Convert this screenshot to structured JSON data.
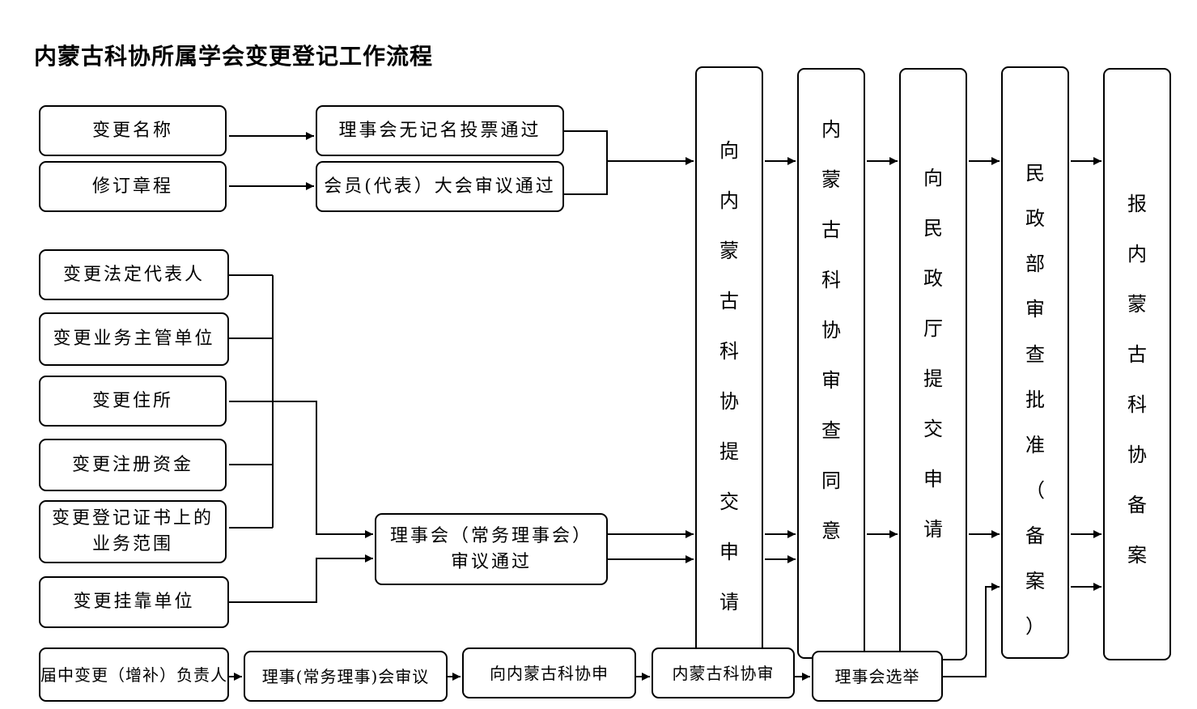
{
  "title": "内蒙古科协所属学会变更登记工作流程",
  "left_items": {
    "change_name": "变更名称",
    "revise_charter": "修订章程",
    "change_legal_rep": "变更法定代表人",
    "change_supervisor": "变更业务主管单位",
    "change_address": "变更住所",
    "change_capital": "变更注册资金",
    "change_scope_line1": "变更登记证书上的",
    "change_scope_line2": "业务范围",
    "change_affiliate": "变更挂靠单位"
  },
  "middle": {
    "council_vote": "理事会无记名投票通过",
    "congress_review": "会员(代表）大会审议通过",
    "standing_review_line1": "理事会（常务理事会）",
    "standing_review_line2": "审议通过"
  },
  "bottom_row": {
    "interim_change": "届中变更（增补）负责人",
    "council_review": "理事(常务理事)会审议",
    "apply_kexie": "向内蒙古科协申",
    "kexie_review": "内蒙古科协审",
    "council_election": "理事会选举"
  },
  "columns": {
    "submit_to_kexie": "向内蒙古科协提交申请",
    "kexie_approve": "内蒙古科协审查同意",
    "submit_to_civil": "向民政厅提交申请",
    "ministry_approve": "民政部审查批准（备案）",
    "report_kexie": "报内蒙古科协备案"
  },
  "colors": {
    "stroke": "#000000",
    "background": "#ffffff"
  }
}
